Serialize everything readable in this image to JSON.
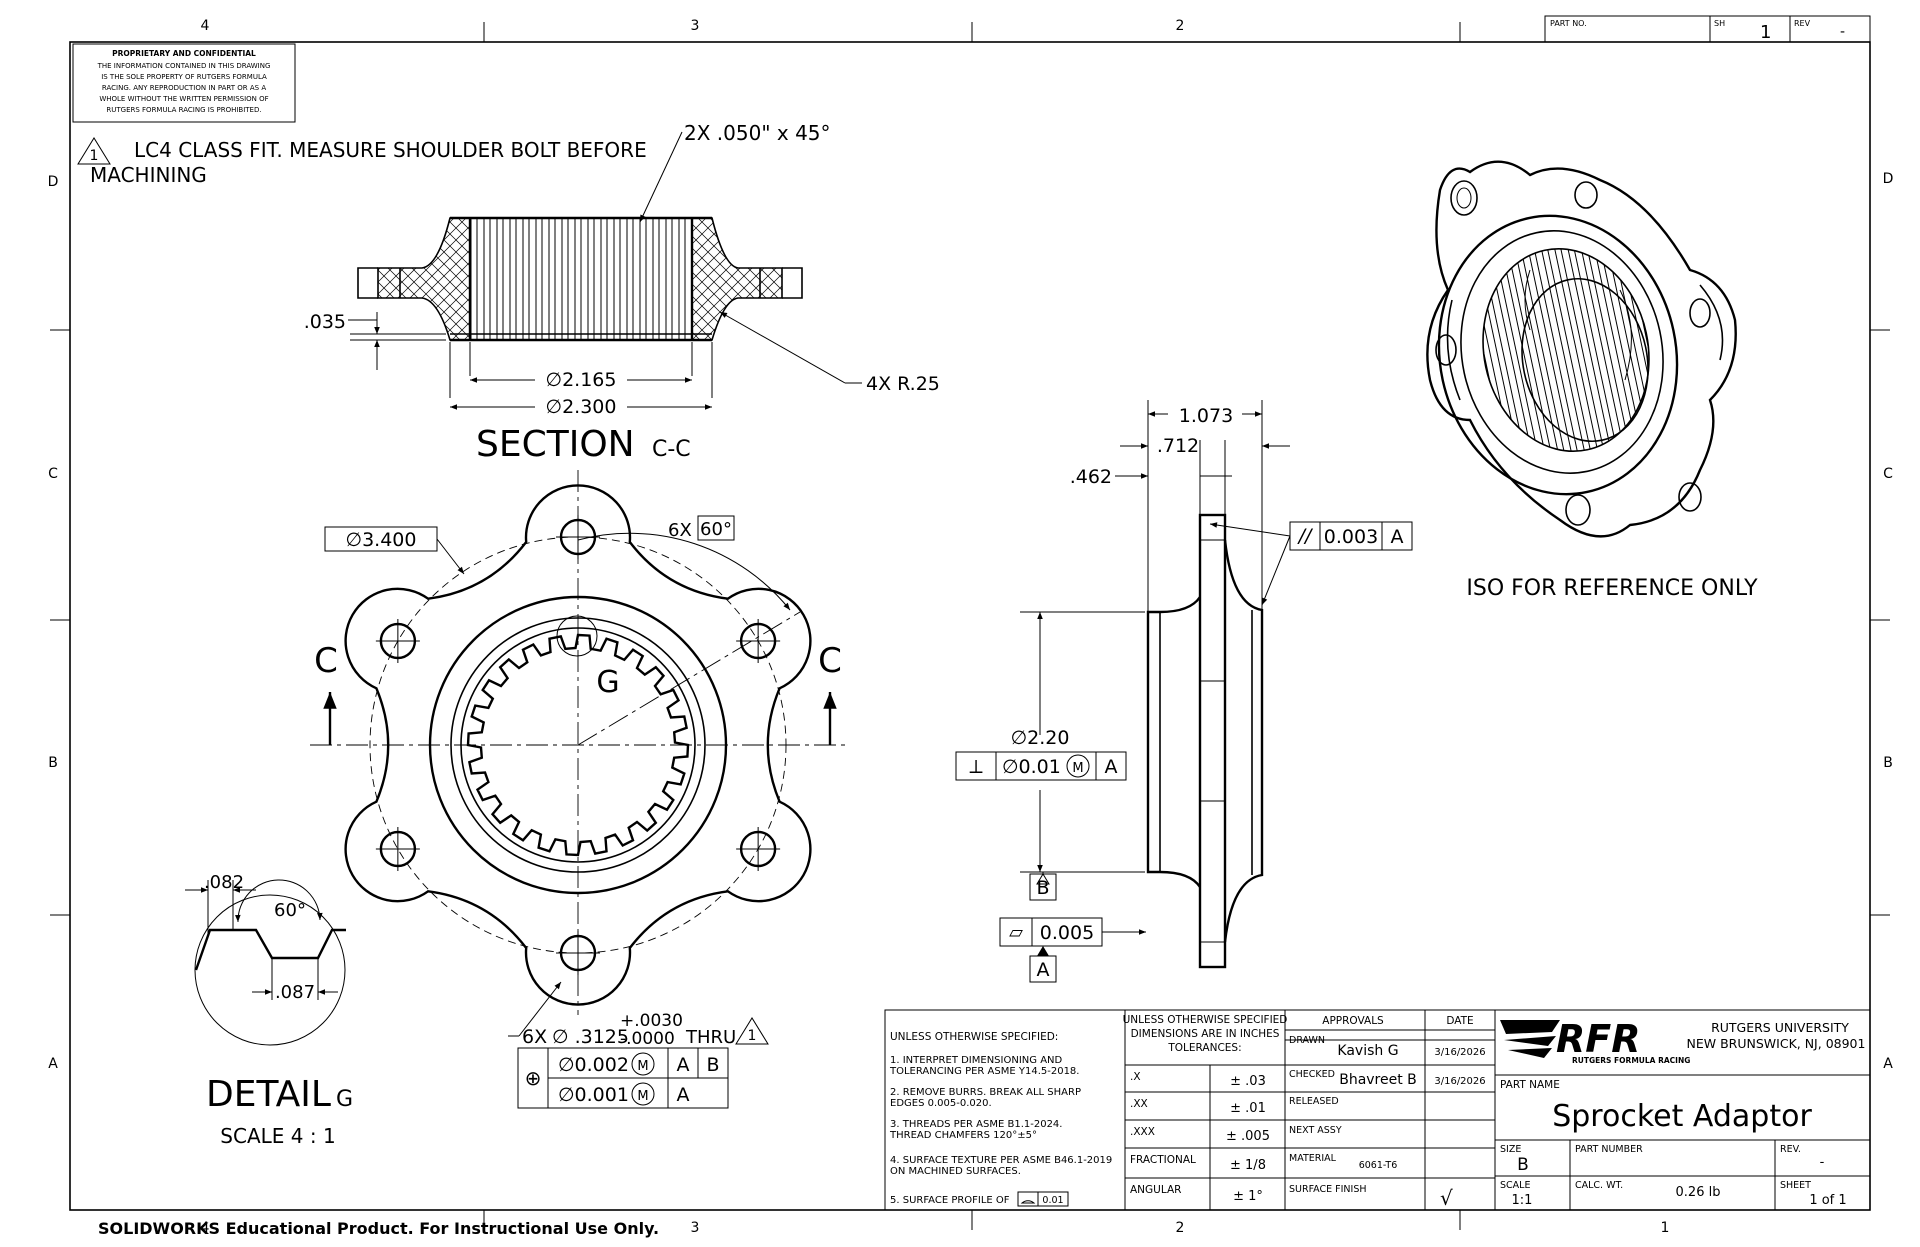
{
  "border": {
    "columns": [
      "4",
      "3",
      "2",
      "1"
    ],
    "rows": [
      "D",
      "C",
      "B",
      "A"
    ]
  },
  "part_box": {
    "part_no_label": "PART NO.",
    "sh_label": "SH",
    "sh_value": "1",
    "rev_label": "REV",
    "rev_value": "-"
  },
  "proprietary": {
    "title": "PROPRIETARY AND CONFIDENTIAL",
    "lines": [
      "THE INFORMATION CONTAINED IN THIS DRAWING",
      "IS THE SOLE PROPERTY OF RUTGERS FORMULA",
      "RACING.  ANY REPRODUCTION IN  PART OR AS A",
      "WHOLE WITHOUT THE  WRITTEN PERMISSION OF",
      "RUTGERS FORMULA RACING IS PROHIBITED."
    ]
  },
  "note_flag": {
    "number": "1",
    "line1": "LC4 CLASS FIT. MEASURE SHOULDER BOLT BEFORE",
    "line2": "MACHINING"
  },
  "section_view": {
    "chamfer": "2X .050\" x 45°",
    "depth": ".035",
    "dia_inner": "∅2.165",
    "dia_outer": "∅2.300",
    "radius": "4X R.25",
    "title": "SECTION",
    "title_suffix": "C-C"
  },
  "front_view": {
    "bolt_circle": "∅3.400",
    "angle_count": "6X",
    "angle_value": "60°",
    "section_letter": "C",
    "detail_letter": "G",
    "hole_count": "6X",
    "hole_dia": "∅ .3125",
    "tol_plus": "+.0030",
    "tol_minus": "-.0000",
    "thru": "THRU",
    "note_ref": "1",
    "fcf_symbol": "⊕",
    "fcf_row1_value": "∅0.002",
    "fcf_row1_mod": "M",
    "fcf_row1_datums": [
      "A",
      "B"
    ],
    "fcf_row2_value": "∅0.001",
    "fcf_row2_mod": "M",
    "fcf_row2_datums": [
      "A"
    ]
  },
  "detail_view": {
    "pitch": ".082",
    "angle": "60°",
    "tooth": ".087",
    "title": "DETAIL",
    "title_suffix": "G",
    "scale": "SCALE  4 : 1"
  },
  "side_view": {
    "dim_overall": "1.073",
    "dim_mid": ".712",
    "dim_left": ".462",
    "parallel_symbol": "//",
    "parallel_value": "0.003",
    "parallel_datum": "A",
    "bore_dia": "∅2.20",
    "perp_symbol": "⟂",
    "perp_value": "∅0.01",
    "perp_mod": "M",
    "perp_datum": "A",
    "datum_b": "B",
    "flat_symbol": "▱",
    "flat_value": "0.005",
    "datum_a": "A"
  },
  "iso_view": {
    "caption": "ISO FOR REFERENCE ONLY"
  },
  "title_block": {
    "general_notes_header": "UNLESS OTHERWISE SPECIFIED:",
    "notes": [
      "1. INTERPRET DIMENSIONING AND",
      "TOLERANCING PER ASME Y14.5-2018.",
      "2. REMOVE BURRS. BREAK ALL SHARP",
      "EDGES 0.005-0.020.",
      "3. THREADS PER ASME B1.1-2024.",
      "THREAD CHAMFERS 120°±5°",
      "4. SURFACE TEXTURE PER ASME B46.1-2019",
      "ON MACHINED SURFACES.",
      "5. SURFACE PROFILE OF"
    ],
    "profile_value": "0.01",
    "tol_header": [
      "UNLESS OTHERWISE SPECIFIED",
      "DIMENSIONS ARE IN INCHES",
      "TOLERANCES:"
    ],
    "tolerances": [
      {
        "label": ".X",
        "value": "± .03"
      },
      {
        "label": ".XX",
        "value": "± .01"
      },
      {
        "label": ".XXX",
        "value": "± .005"
      },
      {
        "label": "FRACTIONAL",
        "value": "± 1/8"
      },
      {
        "label": "ANGULAR",
        "value": "± 1°"
      }
    ],
    "approvals_header": "APPROVALS",
    "date_header": "DATE",
    "drawn_label": "DRAWN",
    "drawn_name": "Kavish G",
    "drawn_date": "3/16/2026",
    "checked_label": "CHECKED",
    "checked_name": "Bhavreet B",
    "checked_date": "3/16/2026",
    "released_label": "RELEASED",
    "next_assy_label": "NEXT ASSY",
    "material_label": "MATERIAL",
    "material_value": "6061-T6",
    "surface_finish_label": "SURFACE FINISH",
    "surface_finish_mark": "√",
    "logo_text": "RFR",
    "logo_sub": "RUTGERS FORMULA RACING",
    "org_line1": "RUTGERS UNIVERSITY",
    "org_line2": "NEW BRUNSWICK, NJ, 08901",
    "part_name_label": "PART NAME",
    "part_name": "Sprocket Adaptor",
    "size_label": "SIZE",
    "size_value": "B",
    "part_number_label": "PART NUMBER",
    "rev_label": "REV.",
    "rev_value": "-",
    "scale_label": "SCALE",
    "scale_value": "1:1",
    "calc_wt_label": "CALC. WT.",
    "calc_wt_value": "0.26 lb",
    "sheet_label": "SHEET",
    "sheet_value": "1 of 1"
  },
  "footer": {
    "watermark": "SOLIDWORKS Educational Product. For Instructional Use Only."
  }
}
